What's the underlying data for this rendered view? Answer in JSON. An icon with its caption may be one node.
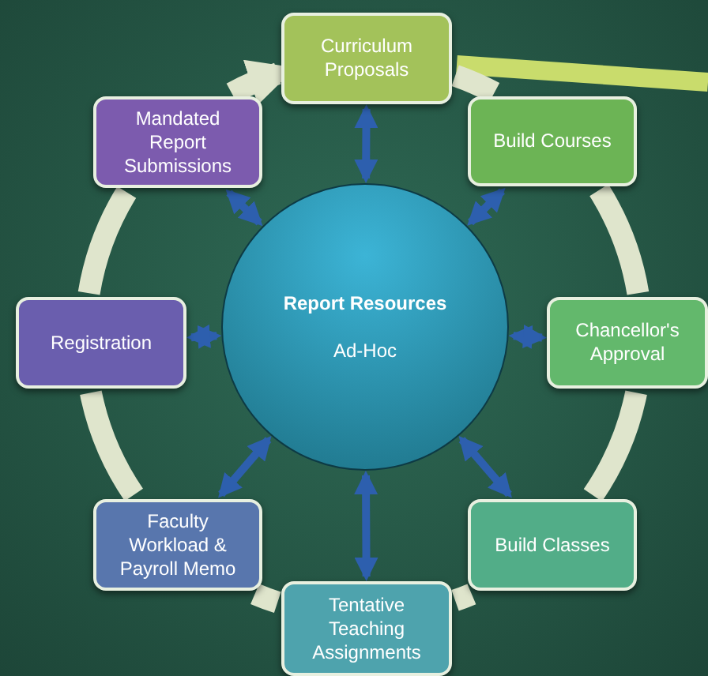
{
  "diagram": {
    "nodes": [
      {
        "text": [
          "Report Resources",
          "Ad-Hoc"
        ]
      },
      {
        "text": [
          "Curriculum Proposals"
        ]
      },
      {
        "text": [
          "Build Courses"
        ]
      },
      {
        "text": [
          "Chancellor's Approval"
        ]
      },
      {
        "text": [
          "Build Classes"
        ]
      },
      {
        "text": [
          "Tentative Teaching Assignments"
        ]
      },
      {
        "text": [
          "Faculty Workload & Payroll Memo"
        ]
      },
      {
        "text": [
          "Registration"
        ]
      },
      {
        "text": [
          "Mandated Report Submissions"
        ]
      }
    ],
    "edges": [
      {
        "from": 0,
        "to": 1,
        "arrow": "both"
      },
      {
        "from": 0,
        "to": 2,
        "arrow": "both"
      },
      {
        "from": 0,
        "to": 3,
        "arrow": "both"
      },
      {
        "from": 0,
        "to": 4,
        "arrow": "both"
      },
      {
        "from": 0,
        "to": 5,
        "arrow": "both"
      },
      {
        "from": 0,
        "to": 6,
        "arrow": "both"
      },
      {
        "from": 0,
        "to": 7,
        "arrow": "both"
      },
      {
        "from": 0,
        "to": 8,
        "arrow": "both"
      },
      {
        "from": null,
        "to": 1,
        "arrow": "none",
        "color": "#c9dc6c"
      },
      {
        "from": 1,
        "to": 2,
        "arrow": "none",
        "color": "#dfe5cc"
      },
      {
        "from": 2,
        "to": 3,
        "arrow": "none",
        "color": "#dfe5cc"
      },
      {
        "from": 3,
        "to": 4,
        "arrow": "none",
        "color": "#dfe5cc"
      },
      {
        "from": 4,
        "to": 5,
        "arrow": "none",
        "color": "#dfe5cc"
      },
      {
        "from": 5,
        "to": 6,
        "arrow": "none",
        "color": "#dfe5cc"
      },
      {
        "from": 6,
        "to": 7,
        "arrow": "none",
        "color": "#dfe5cc"
      },
      {
        "from": 7,
        "to": 8,
        "arrow": "none",
        "color": "#dfe5cc"
      },
      {
        "from": 8,
        "to": 1,
        "arrow": "to",
        "color": "#dfe5cc"
      }
    ]
  }
}
